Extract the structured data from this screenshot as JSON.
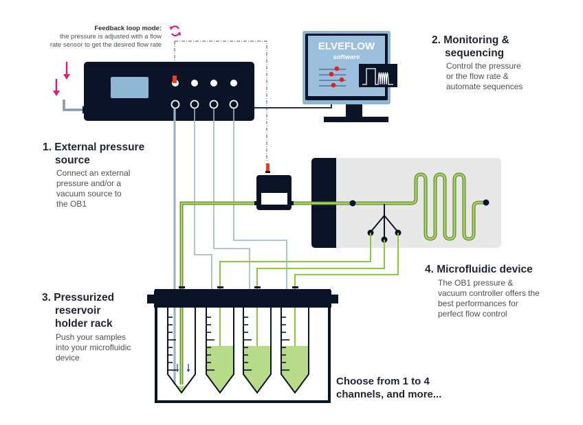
{
  "feedback": {
    "title": "Feedback loop mode:",
    "line1": "the pressure is adjusted with a flow",
    "line2": "rate sensor to get the desired flow rate"
  },
  "step1": {
    "title_line1": "1. External pressure",
    "title_line2": "source",
    "desc": [
      "Connect an external",
      "pressure and/or a",
      "vacuum source to",
      "the OB1"
    ]
  },
  "step2": {
    "title_line1": "2. Monitoring &",
    "title_line2": "sequencing",
    "desc": [
      "Control the pressure",
      "or the flow rate &",
      "automate sequences"
    ]
  },
  "step3": {
    "title_lines": [
      "3. Pressurized",
      "reservoir",
      "holder rack"
    ],
    "desc": [
      "Push your samples",
      "into your microfluidic",
      "device"
    ]
  },
  "step4": {
    "title": "4. Microfluidic device",
    "desc": [
      "The OB1 pressure &",
      "vacuum controller offers the",
      "best performances for",
      "perfect flow control"
    ]
  },
  "channels_note": {
    "line1": "Choose from 1 to 4",
    "line2": "channels, and more..."
  },
  "monitor": {
    "brand": "ELVEFLOW",
    "sub": "software"
  },
  "colors": {
    "navy": "#0b1427",
    "magenta": "#e0197a",
    "red": "#ef3b1f",
    "green": "#8cc63f",
    "green_dark": "#5f8a28",
    "tube_grey": "#9db3c2",
    "screen_blue": "#8fb6d4",
    "device_bg": "#e8e8e8"
  },
  "reservoirs": {
    "count": 4,
    "fill_levels": [
      0.08,
      0.55,
      0.55,
      0.55
    ]
  }
}
